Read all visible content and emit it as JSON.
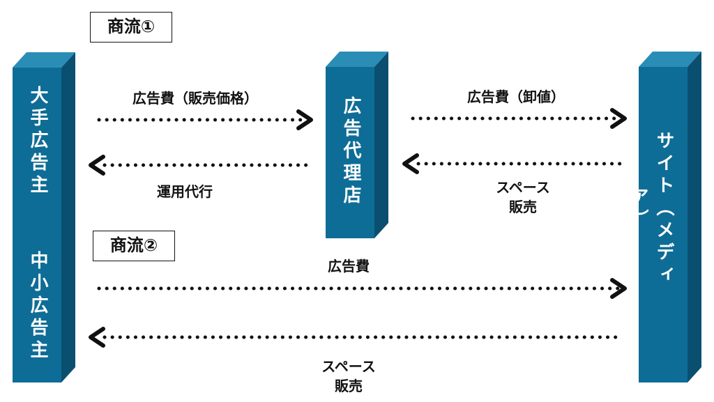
{
  "flow1": {
    "title": "商流①"
  },
  "flow2": {
    "title": "商流②"
  },
  "entities": {
    "advertiser_large": "大手広告主",
    "advertiser_small": "中小広告主",
    "agency": "広告代理店",
    "site": "サイト（メディア）"
  },
  "arrows": {
    "adv_to_agency": "広告費（販売価格）",
    "agency_to_adv": "運用代行",
    "agency_to_site": "広告費（卸値）",
    "site_to_agency_line1": "スペース",
    "site_to_agency_line2": "販売",
    "adv_to_site": "広告費",
    "site_to_adv_line1": "スペース",
    "site_to_adv_line2": "販売"
  },
  "colors": {
    "front": "#0e6d96",
    "top": "#2a8db6",
    "side": "#0a4f70",
    "arrow": "#111111"
  }
}
